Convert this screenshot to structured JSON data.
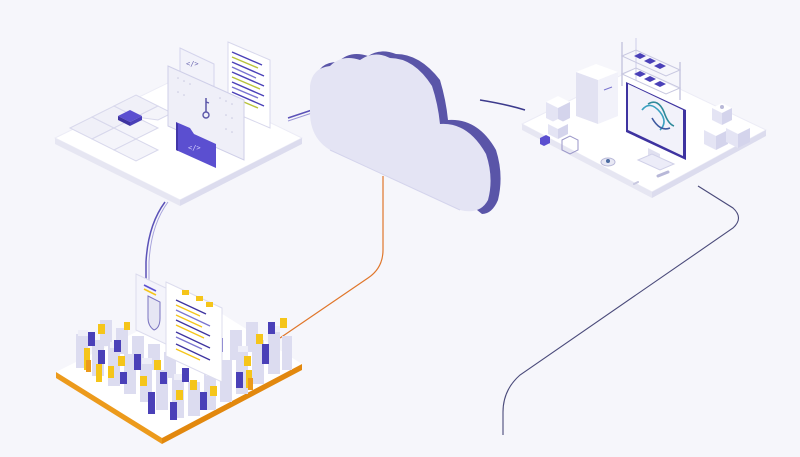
{
  "illustration": {
    "type": "isometric cloud architecture illustration",
    "elements": [
      {
        "name": "developer-platform",
        "description": "platform with grid tiles, code documents, key and code folder"
      },
      {
        "name": "cloud",
        "description": "central isometric cloud"
      },
      {
        "name": "datacenter-platform",
        "description": "platform with server rack, desktop monitor with logo, boxes"
      },
      {
        "name": "data-platform",
        "description": "orange-edged platform with blocks, shield and document"
      }
    ],
    "connectors": [
      {
        "from": "developer-platform",
        "to": "cloud",
        "color": "#5b52b8"
      },
      {
        "from": "cloud",
        "to": "datacenter-platform",
        "color": "#3c3a8c"
      },
      {
        "from": "developer-platform",
        "to": "data-platform",
        "color": "#5b52b8"
      },
      {
        "from": "cloud",
        "to": "data-platform",
        "color": "#e0762a"
      },
      {
        "from": "datacenter-platform",
        "to": "offscreen-bottom",
        "color": "#4a4a7a"
      }
    ]
  },
  "colors": {
    "background": "#f6f6fb",
    "platform": "#ffffff",
    "platform_side": "#e8e8f4",
    "cloud_face": "#e4e4f4",
    "cloud_edge": "#5a55a8",
    "accent_purple": "#5b4fd0",
    "accent_dark_purple": "#3e33a0",
    "accent_yellow": "#f5c51a",
    "accent_orange": "#ec9a1c",
    "line_orange": "#e0762a",
    "lavender": "#d8d8f0"
  }
}
